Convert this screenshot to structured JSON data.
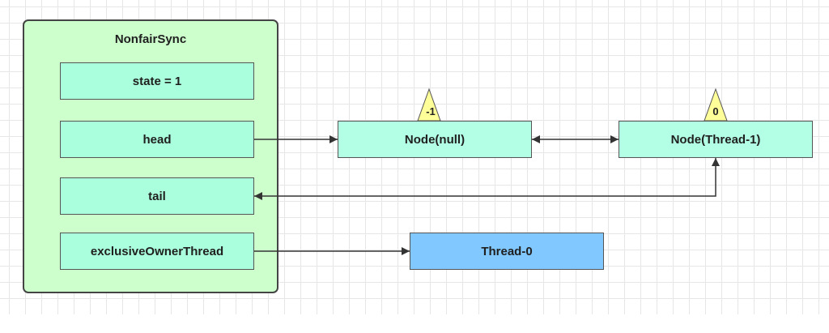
{
  "container": {
    "title": "NonfairSync",
    "fields": {
      "state": "state = 1",
      "head": "head",
      "tail": "tail",
      "owner": "exclusiveOwnerThread"
    }
  },
  "nodes": {
    "node_null": {
      "label": "Node(null)",
      "wait_status": "-1"
    },
    "node_thread1": {
      "label": "Node(Thread-1)",
      "wait_status": "0"
    }
  },
  "thread0": {
    "label": "Thread-0"
  },
  "colors": {
    "container_fill": "#ccffcc",
    "field_fill": "#aaffdd",
    "node_fill": "#b3ffe6",
    "thread_fill": "#80c8ff",
    "triangle_fill": "#ffff99",
    "line": "#333333"
  }
}
